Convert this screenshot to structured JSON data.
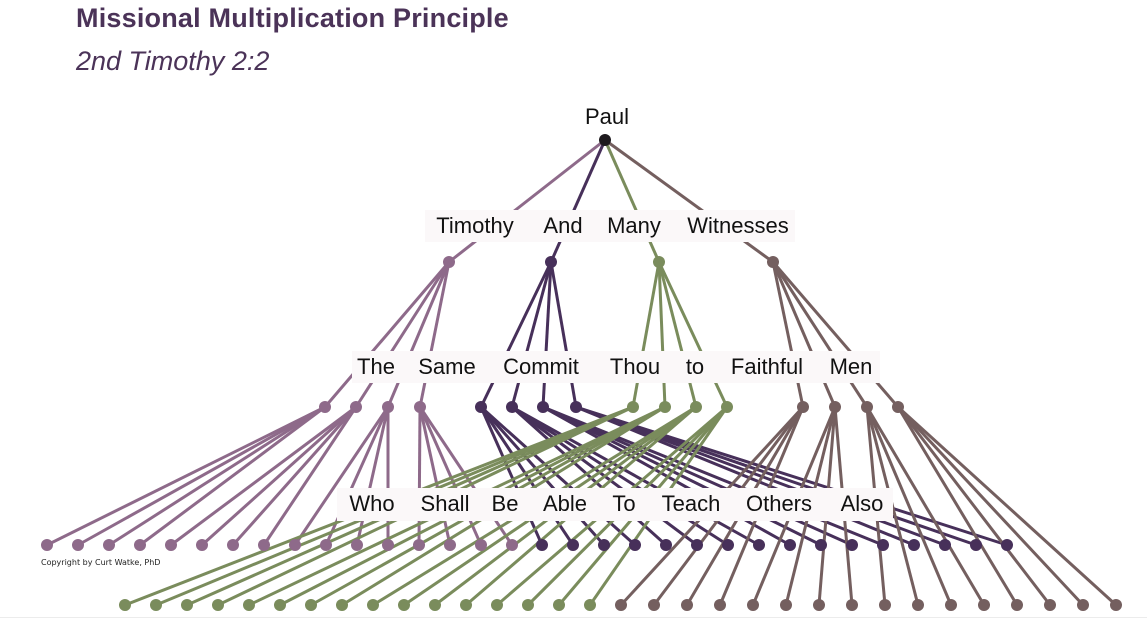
{
  "header": {
    "title": "Missional Multiplication Principle",
    "subtitle": "2nd Timothy 2:2"
  },
  "colors": {
    "root": "#1e1a1e",
    "timothy": "#8e6a8a",
    "and": "#47305a",
    "many": "#7a8c5c",
    "witnesses": "#745f5f",
    "label_band": "#fbf8f9"
  },
  "tree": {
    "root": {
      "label": "Paul"
    },
    "level1": [
      {
        "label": "Timothy",
        "color_key": "timothy"
      },
      {
        "label": "And",
        "color_key": "and"
      },
      {
        "label": "Many",
        "color_key": "many"
      },
      {
        "label": "Witnesses",
        "color_key": "witnesses"
      }
    ],
    "level2_words": [
      "The",
      "Same",
      "Commit",
      "Thou",
      "to",
      "Faithful",
      "Men"
    ],
    "level3_words": [
      "Who",
      "Shall",
      "Be",
      "Able",
      "To",
      "Teach",
      "Others",
      "Also"
    ],
    "children_per_node": 4,
    "level2_nodes_per_branch": 4,
    "level3_nodes_per_level2_node": 4
  },
  "footer": {
    "copyright": "Copyright by Curt Watke, PhD"
  }
}
